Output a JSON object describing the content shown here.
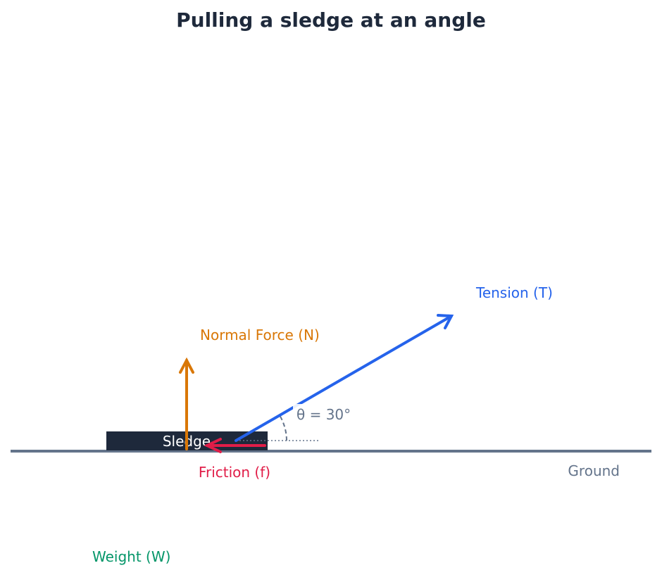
{
  "title": "Pulling a sledge at an angle",
  "labels": {
    "sledge": "Sledge",
    "normal": "Normal Force (N)",
    "tension": "Tension (T)",
    "friction": "Friction (f)",
    "weight": "Weight (W)",
    "ground": "Ground",
    "angle": "θ = 30°"
  },
  "angle_degrees": 30,
  "colors": {
    "title": "#1e293b",
    "sledge": "#1e293b",
    "ground": "#64748b",
    "normal": "#d97706",
    "tension": "#2563eb",
    "friction": "#e11d48",
    "weight": "#059669",
    "angle": "#64748b"
  }
}
